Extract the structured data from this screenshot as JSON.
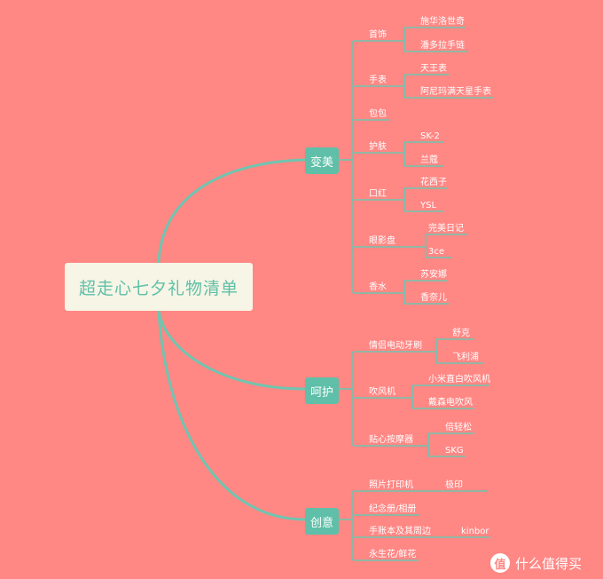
{
  "root": "超走心七夕礼物清单",
  "branches": [
    {
      "label": "变美",
      "children": [
        {
          "label": "首饰",
          "children": [
            "施华洛世奇",
            "潘多拉手链"
          ]
        },
        {
          "label": "手表",
          "children": [
            "天王表",
            "阿尼玛满天星手表"
          ]
        },
        {
          "label": "包包",
          "children": []
        },
        {
          "label": "护肤",
          "children": [
            "SK-2",
            "兰蔻"
          ]
        },
        {
          "label": "口红",
          "children": [
            "花西子",
            "YSL"
          ]
        },
        {
          "label": "眼影盘",
          "children": [
            "完美日记",
            "3ce"
          ]
        },
        {
          "label": "香水",
          "children": [
            "苏安娜",
            "香奈儿"
          ]
        }
      ]
    },
    {
      "label": "呵护",
      "children": [
        {
          "label": "情侣电动牙刷",
          "children": [
            "舒克",
            "飞利浦"
          ]
        },
        {
          "label": "吹风机",
          "children": [
            "小米直白吹风机",
            "戴森电吹风"
          ]
        },
        {
          "label": "贴心按摩器",
          "children": [
            "倍轻松",
            "SKG"
          ]
        }
      ]
    },
    {
      "label": "创意",
      "children": [
        {
          "label": "照片打印机",
          "children": [
            "极印"
          ]
        },
        {
          "label": "纪念册/相册",
          "children": []
        },
        {
          "label": "手账本及其周边",
          "children": [
            "kinbor"
          ]
        },
        {
          "label": "永生花/鲜花",
          "children": []
        }
      ]
    }
  ],
  "watermark": {
    "badge": "值",
    "text": "什么值得买"
  },
  "colors": {
    "background": "#FF8784",
    "line": "#6EC5B0",
    "node": "#5FBFA8",
    "root_bg": "#F7F5E6"
  }
}
